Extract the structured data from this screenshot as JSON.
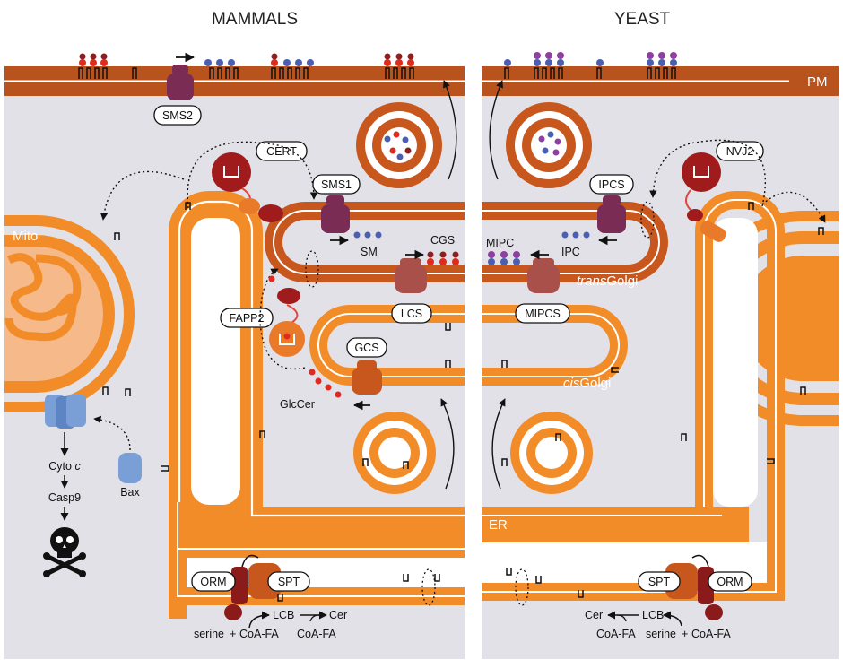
{
  "headers": {
    "left": "MAMMALS",
    "right": "YEAST"
  },
  "compartments": {
    "pm": "PM",
    "mito": "Mito",
    "er": "ER",
    "trans_golgi_italic": "trans",
    "trans_golgi_rest": "Golgi",
    "cis_golgi_italic": "cis",
    "cis_golgi_rest": "Golgi"
  },
  "mammal": {
    "proteins": {
      "sms2": "SMS2",
      "cert": "CERT",
      "sms1": "SMS1",
      "fapp2": "FAPP2",
      "lcs": "LCS",
      "gcs": "GCS",
      "orm": "ORM",
      "spt": "SPT"
    },
    "lipids": {
      "sm": "SM",
      "cgs": "CGS",
      "glccer": "GlcCer"
    },
    "apoptosis": {
      "cyto_c_prefix": "Cyto ",
      "cyto_c_italic": "c",
      "casp9": "Casp9",
      "bax": "Bax"
    },
    "synthesis": {
      "serine": "serine",
      "plus": "+",
      "coa_fa": "CoA-FA",
      "lcb": "LCB",
      "cer": "Cer",
      "coa_fa_2": "CoA-FA"
    }
  },
  "yeast": {
    "proteins": {
      "nvj2": "NVJ2",
      "ipcs": "IPCS",
      "mipcs": "MIPCS",
      "orm": "ORM",
      "spt": "SPT"
    },
    "lipids": {
      "mipc": "MIPC",
      "ipc": "IPC"
    },
    "synthesis": {
      "serine": "serine",
      "plus": "+",
      "coa_fa": "CoA-FA",
      "lcb": "LCB",
      "cer": "Cer",
      "coa_fa_2": "CoA-FA"
    }
  },
  "colors": {
    "membrane_orange": "#f28c28",
    "membrane_golgi": "#c8571d",
    "membrane_pm": "#b8531d",
    "cytosol": "#e3e1e8",
    "sm_blue": "#4a5fb0",
    "cgs_red": "#e02a1e",
    "mipc_purple": "#8e3fa0",
    "sms_purple": "#7b2c55",
    "cert_red": "#a01b1b",
    "bax_blue": "#7a9fd6"
  }
}
